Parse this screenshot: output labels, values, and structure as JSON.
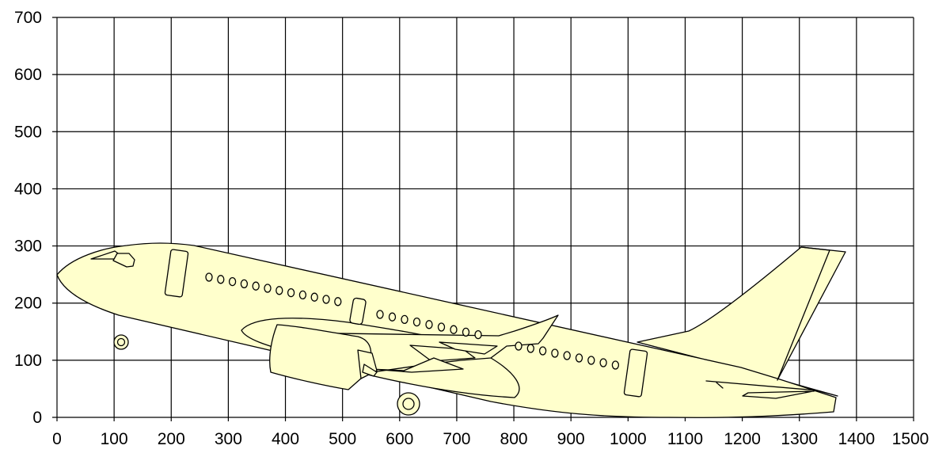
{
  "diagram": {
    "x_ticks": [
      "0",
      "100",
      "200",
      "300",
      "400",
      "500",
      "600",
      "700",
      "800",
      "900",
      "1000",
      "1100",
      "1200",
      "1300",
      "1400",
      "1500"
    ],
    "y_ticks": [
      "0",
      "100",
      "200",
      "300",
      "400",
      "500",
      "600",
      "700"
    ],
    "x_range": [
      0,
      1500
    ],
    "y_range": [
      0,
      700
    ],
    "grid": true,
    "colors": {
      "aircraft_fill": "#ffffcc",
      "outline": "#000000",
      "background": "#ffffff"
    }
  }
}
